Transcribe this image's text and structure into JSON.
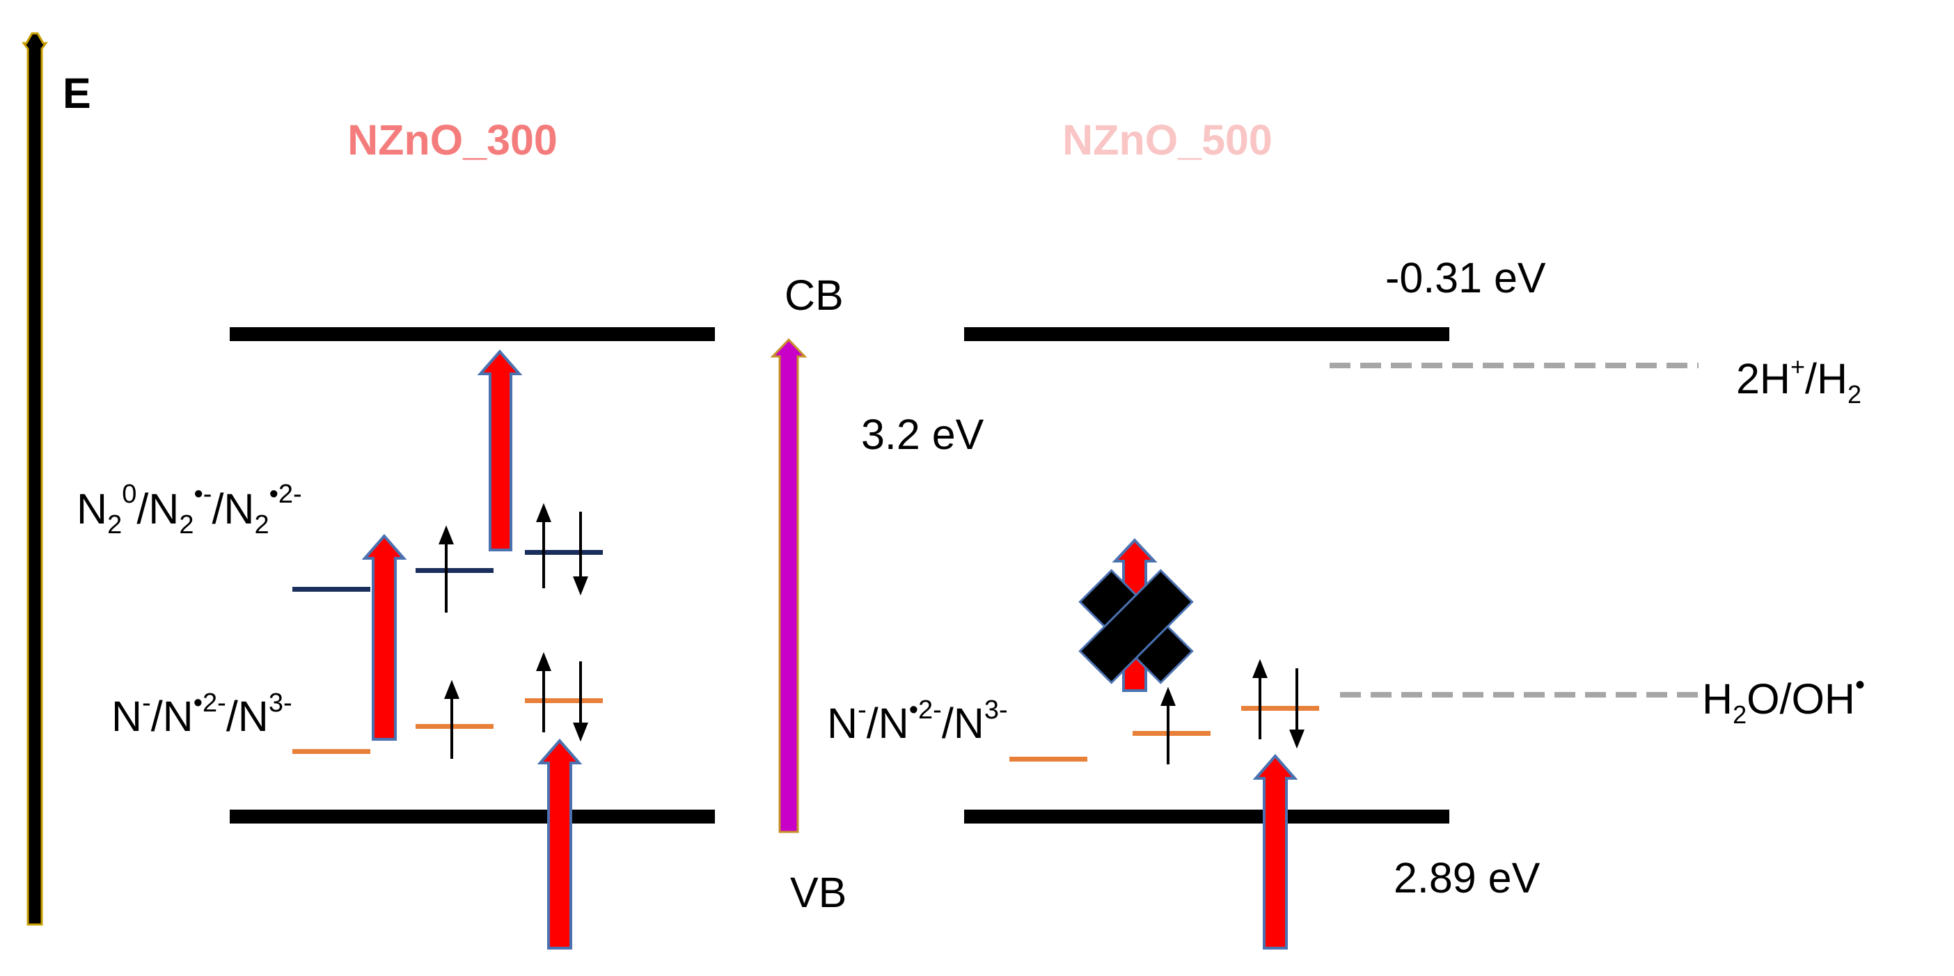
{
  "axis": {
    "label": "E"
  },
  "panels": {
    "left": {
      "title": "NZnO_300",
      "title_color": "#f47c7c"
    },
    "right": {
      "title": "NZnO_500",
      "title_color": "#f9c5c5"
    }
  },
  "bands": {
    "cb_label": "CB",
    "vb_label": "VB",
    "gap_label": "3.2 eV",
    "cb_value": "-0.31 eV",
    "vb_value": "2.89 eV"
  },
  "levels": {
    "n2": {
      "base": "N",
      "s1": "2",
      "p1": "0",
      "m1": "/N",
      "s2": "2",
      "p2": "•-",
      "m2": "/N",
      "s3": "2",
      "p3": "•2-"
    },
    "n_left": {
      "a": "N",
      "a_sup": "-",
      "b": "/N",
      "b_sup": "•2-",
      "c": "/N",
      "c_sup": "3-"
    },
    "n_right": {
      "a": "N",
      "a_sup": "-",
      "b": "/N",
      "b_sup": "•2-",
      "c": "/N",
      "c_sup": "3-"
    }
  },
  "redox": {
    "h2": {
      "a": "2H",
      "a_sup": "+",
      "b": "/H",
      "b_sub": "2"
    },
    "oh": {
      "a": "H",
      "a_sub": "2",
      "b": "O/OH",
      "b_sup": "•"
    }
  },
  "colors": {
    "band_line": "#000000",
    "n2_level": "#1a2e5c",
    "n_level": "#e8803a",
    "arrow_fill": "#ff0000",
    "arrow_outline": "#4a72b0",
    "gap_arrow": "#c800c8",
    "gap_outline": "#c8902a",
    "axis_outline": "#c8a000",
    "redox_dash": "#a6a6a6"
  }
}
